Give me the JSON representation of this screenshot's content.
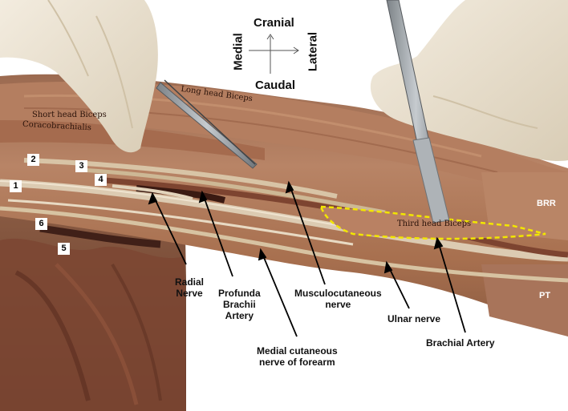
{
  "orientation": {
    "top": "Cranial",
    "bottom": "Caudal",
    "left": "Medial",
    "right": "Lateral"
  },
  "tissue_labels": {
    "long_head_biceps": "Long head Biceps",
    "short_head_biceps": "Short head Biceps",
    "coracobrachialis": "Coracobrachialis",
    "third_head_biceps": "Third head Biceps"
  },
  "numbers": [
    "1",
    "2",
    "3",
    "4",
    "5",
    "6"
  ],
  "side_labels": {
    "brr": "BRR",
    "pt": "PT"
  },
  "callouts": {
    "radial_nerve": "Radial\nNerve",
    "profunda_brachii_artery": "Profunda\nBrachii\nArtery",
    "musculocutaneous_nerve": "Musculocutaneous\nnerve",
    "ulnar_nerve": "Ulnar nerve",
    "brachial_artery": "Brachial Artery",
    "medial_cutaneous_nerve": "Medial  cutaneous\nnerve of forearm"
  },
  "colors": {
    "background": "#ffffff",
    "muscle": "#b07a5c",
    "muscle_dark": "#7a3f2a",
    "fat": "#c89868",
    "nerve": "#d9c8b0",
    "glove": "#ede4d2",
    "instrument": "#9aa0a6",
    "third_head_outline": "#f2e600"
  }
}
